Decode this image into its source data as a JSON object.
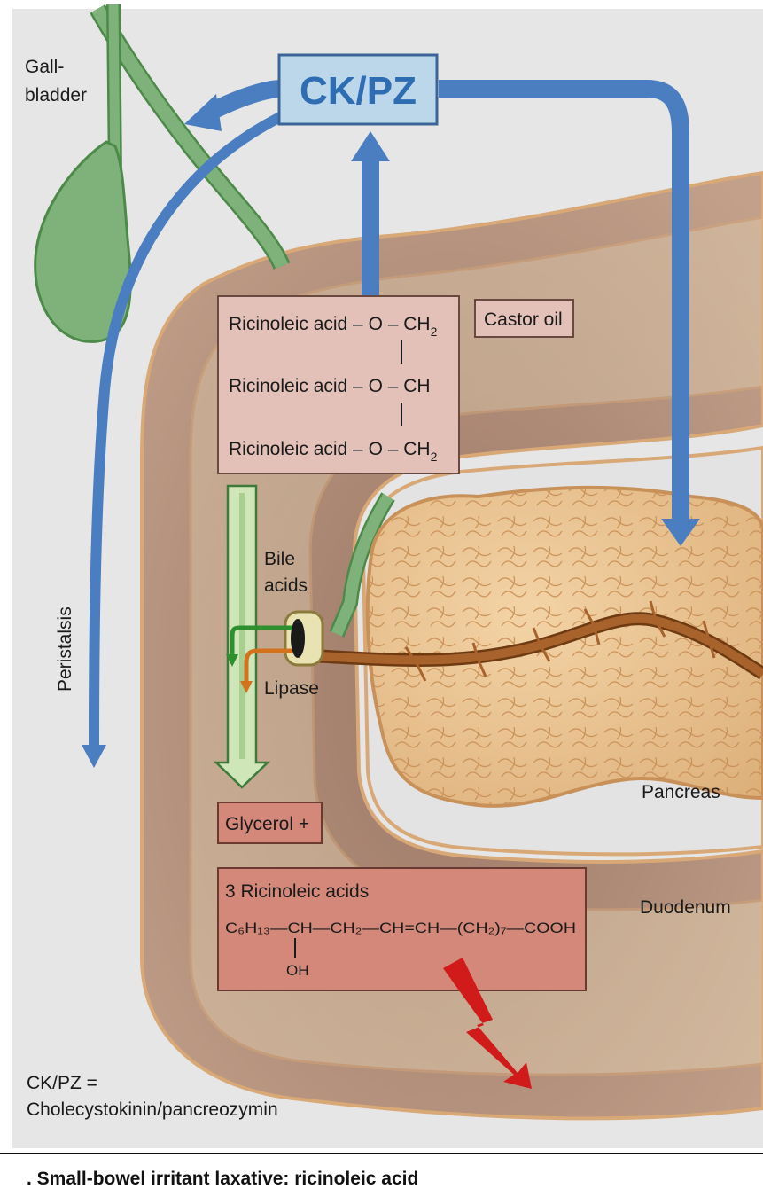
{
  "hormone": "CK/PZ",
  "labels": {
    "gallbladder_line1": "Gall-",
    "gallbladder_line2": "bladder",
    "peristalsis": "Peristalsis",
    "castor_oil": "Castor oil",
    "bile_acids_line1": "Bile",
    "bile_acids_line2": "acids",
    "lipase": "Lipase",
    "pancreas": "Pancreas",
    "duodenum": "Duodenum",
    "glycerol": "Glycerol +",
    "ricinoleic_acids_title": "3 Ricinoleic acids"
  },
  "triglyceride_rows": [
    {
      "left": "Ricinoleic acid – O – CH",
      "sub": "2"
    },
    {
      "left": "Ricinoleic acid – O – CH",
      "sub": ""
    },
    {
      "left": "Ricinoleic acid – O – CH",
      "sub": "2"
    }
  ],
  "formula": {
    "line1": "C₆H₁₃—CH—CH₂—CH=CH—(CH₂)₇—COOH",
    "line2": "OH"
  },
  "legend": {
    "line1": "CK/PZ =",
    "line2": "Cholecystokinin/pancreozymin"
  },
  "caption": ". Small-bowel irritant laxative: ricinoleic acid",
  "colors": {
    "background": "#e6e6e6",
    "hormone_arrow": "#4a7ec0",
    "hormone_box": "#bcd6ea",
    "hormone_text": "#2f6db3",
    "gallbladder": "#7fb27a",
    "duodenum_wall": "#b99278",
    "triglyceride_box": "#e3c1b8",
    "acid_box": "#d4887a",
    "pancreas": "#e8c08e",
    "duct": "#a8622b",
    "lightning": "#d11a1a",
    "bile_arrow": "#2e8f2e",
    "lipase_arrow": "#d2711e"
  }
}
